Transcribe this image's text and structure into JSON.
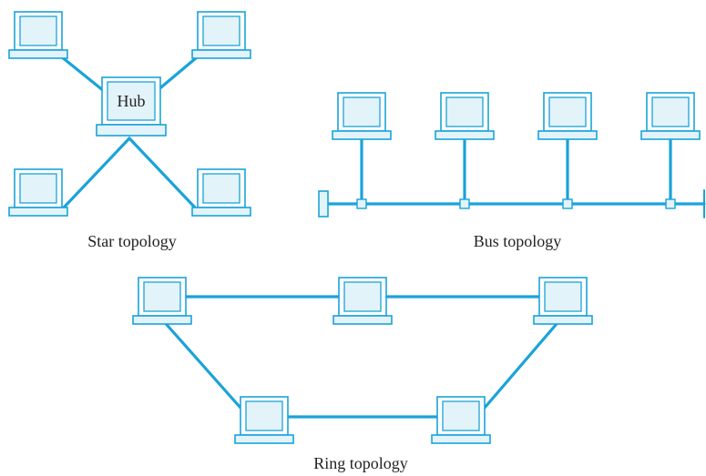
{
  "labels": {
    "star": "Star topology",
    "bus": "Bus topology",
    "ring": "Ring topology",
    "hub": "Hub"
  },
  "colors": {
    "line": "#1aa3d9",
    "fill": "#e3f3fa"
  },
  "icons": {
    "computer": "laptop-computer-icon",
    "hub": "hub-computer-icon",
    "terminator": "bus-terminator-icon",
    "tap": "bus-tap-connector-icon"
  }
}
